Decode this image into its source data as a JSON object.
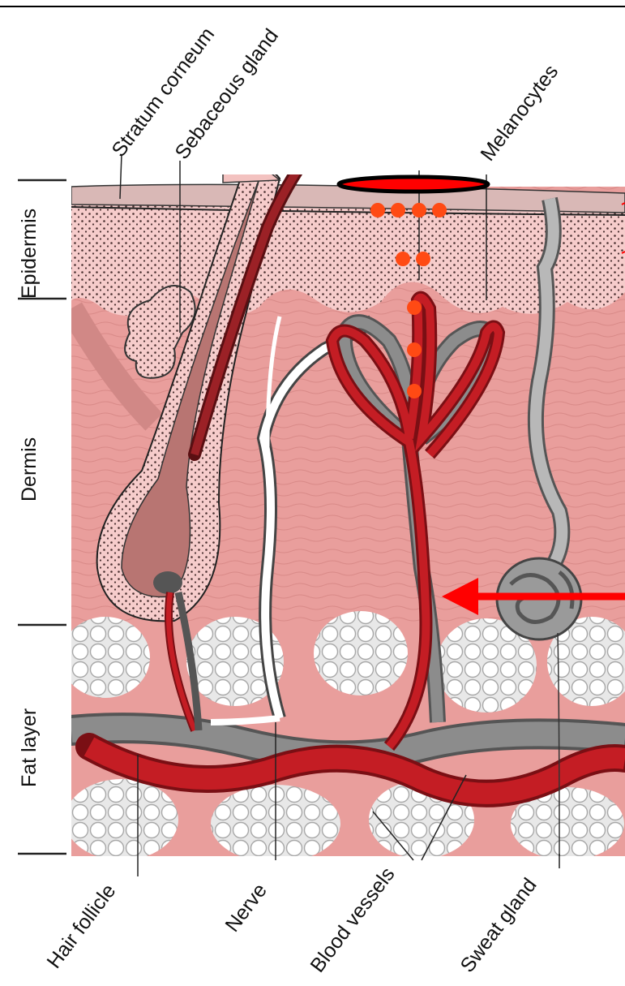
{
  "labels": {
    "stratum_corneum": "Stratum corneum",
    "sebaceous_gland": "Sebaceous gland",
    "melanocytes": "Melanocytes",
    "epidermis": "Epidermis",
    "dermis": "Dermis",
    "fat_layer": "Fat layer",
    "hair_follicle": "Hair follicle",
    "nerve": "Nerve",
    "blood_vessels": "Blood vessels",
    "sweat_gland": "Sweat gland"
  },
  "colors": {
    "dermis": "#e99e9c",
    "epidermis": "#f6cccb",
    "artery": "#c41d24",
    "vein": "#8c8c8c",
    "fat": "#ffffff",
    "annotation": "#ff0000",
    "particles": "#ff4a14"
  },
  "annotations": {
    "marker": "red ellipse with black outline on skin surface",
    "particles": "orange dots descending from surface into dermis",
    "arrow": "red arrow pointing left at blood vessel"
  }
}
